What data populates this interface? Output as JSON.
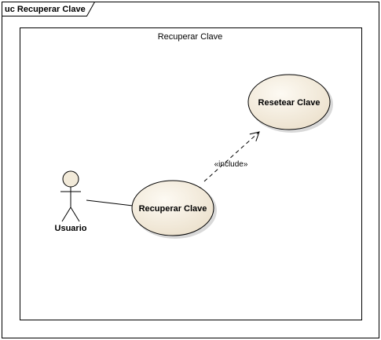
{
  "frame": {
    "title": "uc Recuperar Clave"
  },
  "boundary": {
    "title": "Recuperar Clave"
  },
  "actor": {
    "name": "Usuario"
  },
  "use_cases": {
    "recuperar": {
      "label": "Recuperar Clave"
    },
    "resetear": {
      "label": "Resetear Clave"
    }
  },
  "relationships": {
    "include": {
      "stereotype": "«include»"
    }
  },
  "colors": {
    "usecase_fill_light": "#fdfaf3",
    "usecase_fill_dark": "#ece1cd",
    "actor_head_fill": "#f2ead9",
    "line": "#000000"
  }
}
